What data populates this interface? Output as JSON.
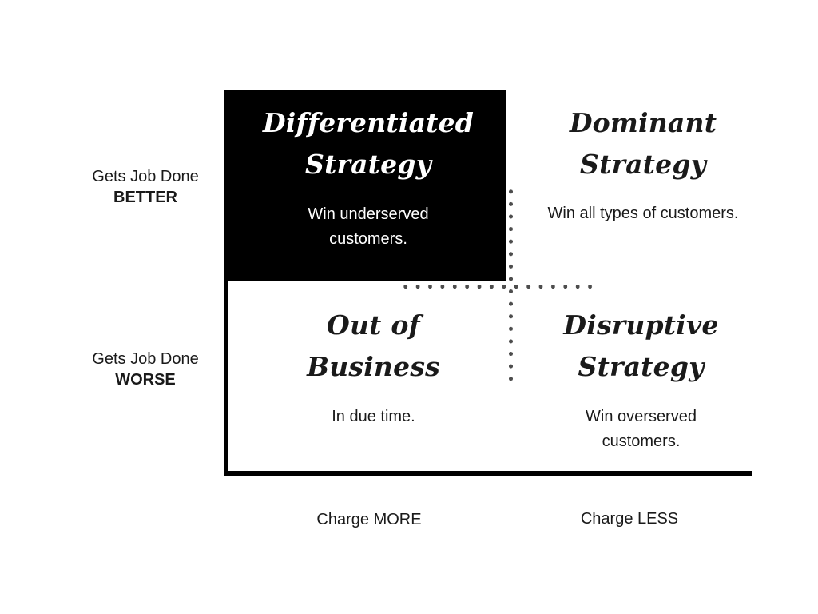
{
  "diagram": {
    "type": "2x2-matrix",
    "background_color": "#ffffff",
    "axis_color": "#000000",
    "highlight_fill": "#000000",
    "divider_color": "#4d4d4d",
    "y_axis": {
      "high": {
        "prefix": "Gets Job Done",
        "emphasis": "BETTER"
      },
      "low": {
        "prefix": "Gets Job Done",
        "emphasis": "WORSE"
      }
    },
    "x_axis": {
      "left": {
        "prefix": "Charge ",
        "emphasis": "MORE"
      },
      "right": {
        "prefix": "Charge ",
        "emphasis": "LESS"
      }
    },
    "quadrants": [
      {
        "id": "top-left",
        "title": "Differentiated\nStrategy",
        "description": "Win underserved\ncustomers.",
        "filled": true,
        "text_color": "#ffffff"
      },
      {
        "id": "top-right",
        "title": "Dominant\nStrategy",
        "description": "Win all types of customers.",
        "filled": false,
        "text_color": "#1a1a1a"
      },
      {
        "id": "bottom-left",
        "title": "Out of\nBusiness",
        "description": "In due time.",
        "filled": false,
        "text_color": "#1a1a1a"
      },
      {
        "id": "bottom-right",
        "title": "Disruptive\nStrategy",
        "description": "Win overserved\ncustomers.",
        "filled": false,
        "text_color": "#1a1a1a"
      }
    ]
  }
}
